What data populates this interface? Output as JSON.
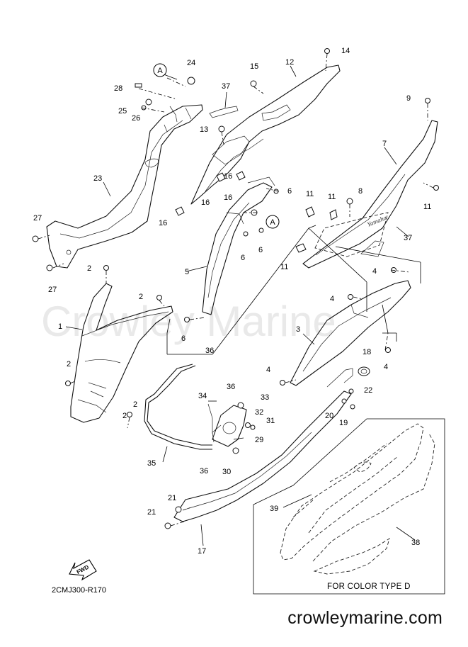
{
  "watermark": "Crowley Marine",
  "footer_site": "crowleymarine.com",
  "diagram_code": "2CMJ300-R170",
  "inset_caption": "FOR COLOR TYPE D",
  "fwd_label": "FWD",
  "ref_marker": "A",
  "part_numbers": [
    "1",
    "2",
    "3",
    "4",
    "5",
    "6",
    "7",
    "8",
    "9",
    "11",
    "12",
    "13",
    "14",
    "15",
    "16",
    "17",
    "18",
    "19",
    "20",
    "21",
    "22",
    "23",
    "24",
    "25",
    "26",
    "27",
    "28",
    "29",
    "30",
    "31",
    "32",
    "33",
    "34",
    "35",
    "36",
    "37",
    "38",
    "39"
  ]
}
